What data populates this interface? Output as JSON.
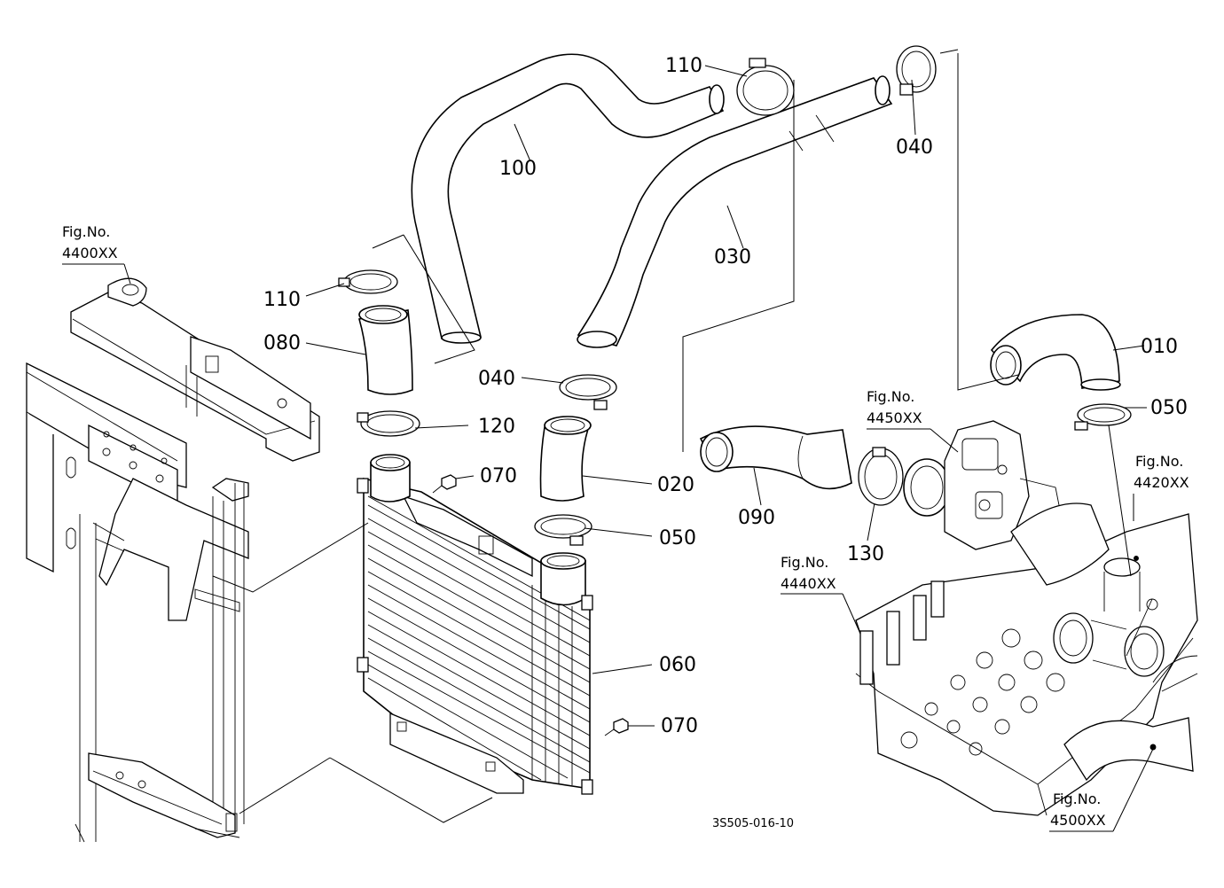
{
  "diagram_code": "3S505-016-10",
  "fig_refs": [
    {
      "id": "fig-4400",
      "caption": "Fig.No.",
      "number": "4400XX"
    },
    {
      "id": "fig-4450",
      "caption": "Fig.No.",
      "number": "4450XX"
    },
    {
      "id": "fig-4420",
      "caption": "Fig.No.",
      "number": "4420XX"
    },
    {
      "id": "fig-4440",
      "caption": "Fig.No.",
      "number": "4440XX"
    },
    {
      "id": "fig-4500",
      "caption": "Fig.No.",
      "number": "4500XX"
    }
  ],
  "parts": [
    {
      "id": "p110a",
      "label": "110"
    },
    {
      "id": "p100",
      "label": "100"
    },
    {
      "id": "p040a",
      "label": "040"
    },
    {
      "id": "p030",
      "label": "030"
    },
    {
      "id": "p110b",
      "label": "110"
    },
    {
      "id": "p080",
      "label": "080"
    },
    {
      "id": "p040b",
      "label": "040"
    },
    {
      "id": "p010",
      "label": "010"
    },
    {
      "id": "p050a",
      "label": "050"
    },
    {
      "id": "p120",
      "label": "120"
    },
    {
      "id": "p070a",
      "label": "070"
    },
    {
      "id": "p020",
      "label": "020"
    },
    {
      "id": "p090",
      "label": "090"
    },
    {
      "id": "p050b",
      "label": "050"
    },
    {
      "id": "p130",
      "label": "130"
    },
    {
      "id": "p060",
      "label": "060"
    },
    {
      "id": "p070b",
      "label": "070"
    }
  ]
}
